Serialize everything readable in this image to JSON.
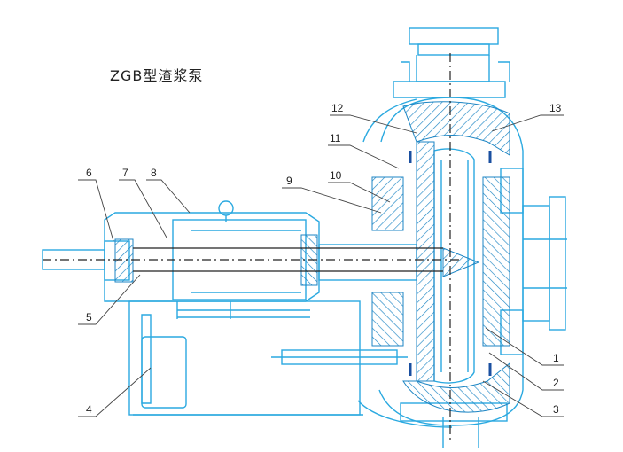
{
  "title": "ZGB型渣浆泵",
  "colors": {
    "outline": "#2aa9e0",
    "hatch": "#1e86c4",
    "seal": "#1a4fa0",
    "leader": "#444444",
    "shaft": "#222222",
    "label_text": "#222222"
  },
  "labels": [
    "1",
    "2",
    "3",
    "4",
    "5",
    "6",
    "7",
    "8",
    "9",
    "10",
    "11",
    "12",
    "13"
  ]
}
